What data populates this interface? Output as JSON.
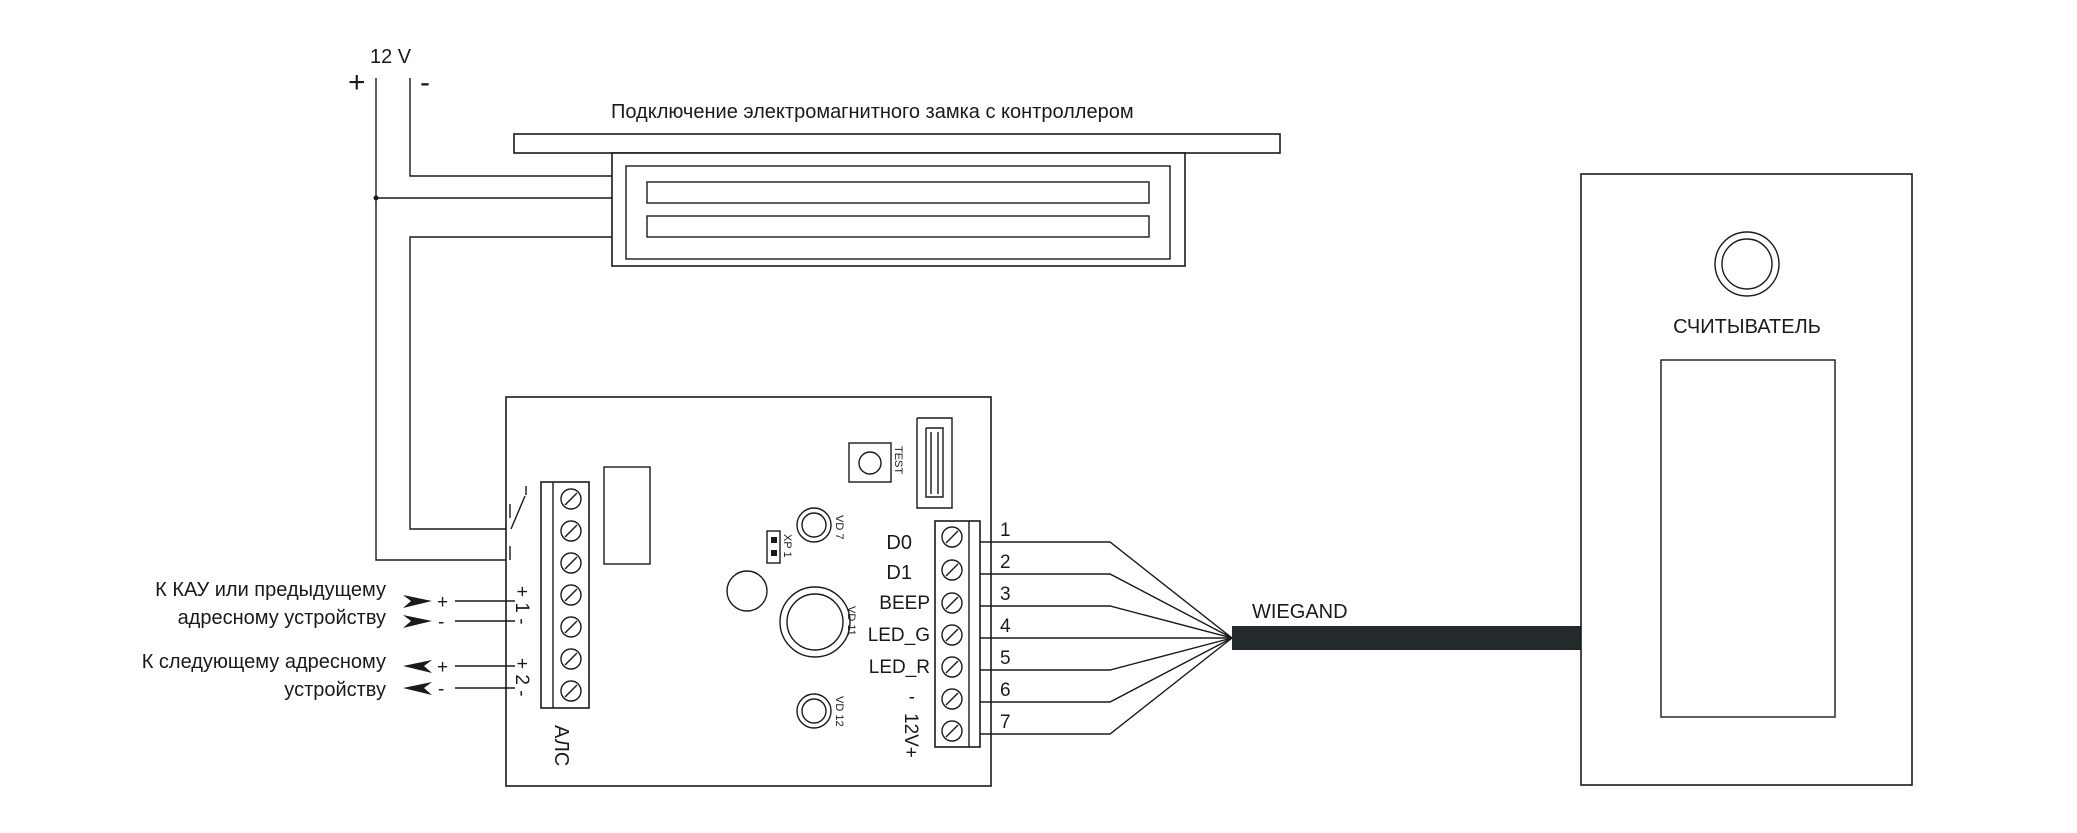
{
  "power": {
    "voltage": "12 V",
    "plus": "+",
    "minus": "-"
  },
  "lock": {
    "title": "Подключение электромагнитного замка с контроллером"
  },
  "reader": {
    "label": "СЧИТЫВАТЕЛЬ"
  },
  "cable": {
    "label": "WIEGAND"
  },
  "controller": {
    "test_label": "TEST",
    "leds": {
      "vd7": "VD 7",
      "vd11": "VD 11",
      "vd12": "VD 12"
    },
    "jumper": "XP 1",
    "als_label": "АЛС",
    "als_terminals": {
      "t1": "+ 1 -",
      "t2": "+ 2 -"
    },
    "signals": [
      "D0",
      "D1",
      "BEEP",
      "LED_G",
      "LED_R",
      "-",
      "12V+"
    ],
    "signal_numbers": [
      "1",
      "2",
      "3",
      "4",
      "5",
      "6",
      "7"
    ]
  },
  "left_labels": {
    "prev_line1": "К КАУ или предыдущему",
    "prev_line2": "адресному устройству",
    "next_line1": "К следующему адресному",
    "next_line2": "устройству",
    "plus": "+",
    "minus": "-"
  }
}
